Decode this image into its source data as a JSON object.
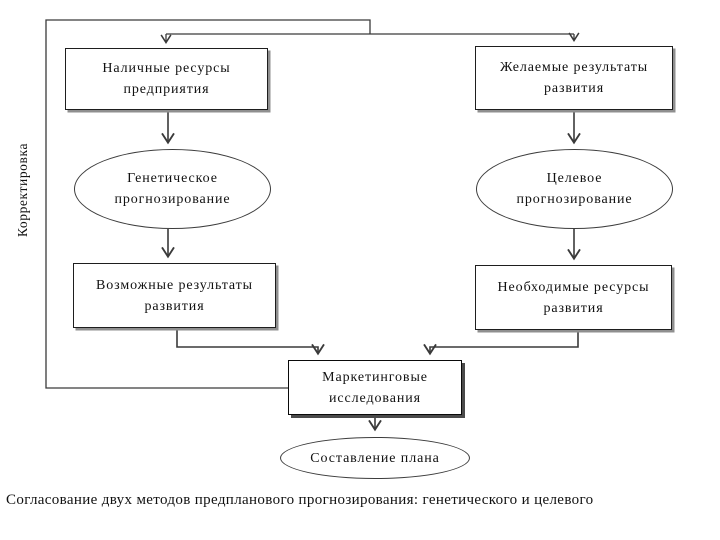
{
  "palette": {
    "background": "#ffffff",
    "line": "#3a3a3a",
    "box_border": "#1e1e1e",
    "box_shadow": "#8f8f8f",
    "text": "#111111"
  },
  "side_label": "Корректировка",
  "caption": "Согласование двух методов предпланового прогнозирования: генетического и целевого",
  "nodes": {
    "available_resources": {
      "shape": "box",
      "line1": "Наличные ресурсы",
      "line2": "предприятия"
    },
    "desired_results": {
      "shape": "box",
      "line1": "Желаемые результаты",
      "line2": "развития"
    },
    "genetic_forecasting": {
      "shape": "ellipse",
      "line1": "Генетическое",
      "line2": "прогнозирование"
    },
    "target_forecasting": {
      "shape": "ellipse",
      "line1": "Целевое",
      "line2": "прогнозирование"
    },
    "possible_results": {
      "shape": "box",
      "line1": "Возможные результаты",
      "line2": "развития"
    },
    "required_resources": {
      "shape": "box",
      "line1": "Необходимые ресурсы",
      "line2": "развития"
    },
    "marketing_research": {
      "shape": "box",
      "line1": "Маркетинговые",
      "line2": "исследования"
    },
    "plan_drafting": {
      "shape": "ellipse",
      "label": "Составление плана"
    }
  }
}
